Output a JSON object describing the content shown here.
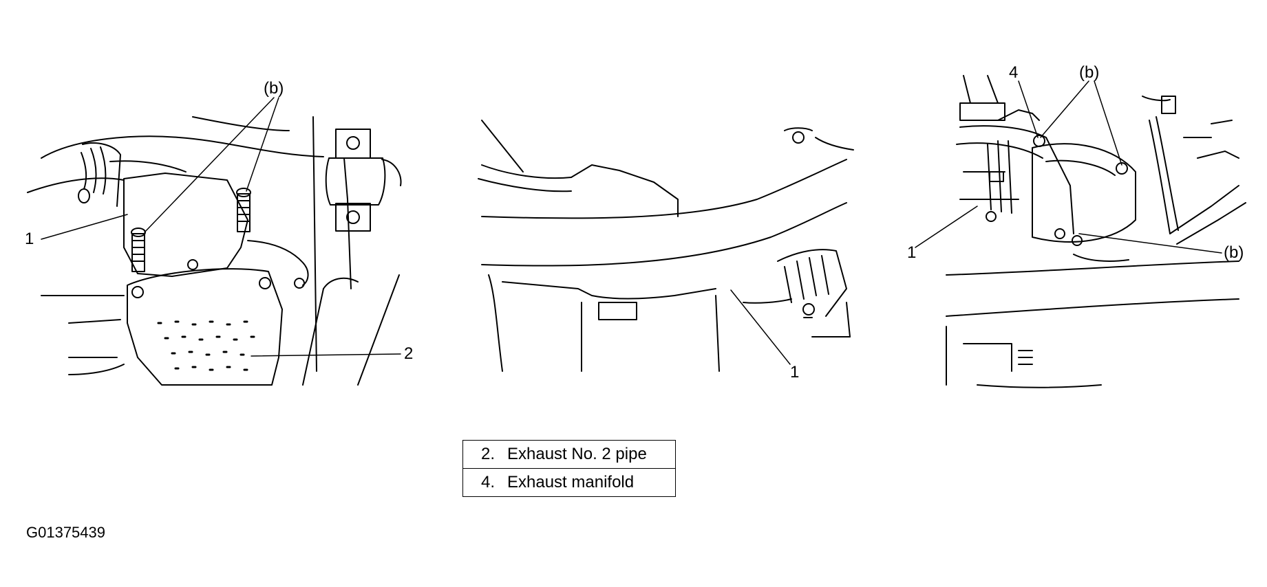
{
  "callouts": {
    "left_b": "(b)",
    "left_1": "1",
    "left_2": "2",
    "mid_1": "1",
    "right_4": "4",
    "right_b_top": "(b)",
    "right_1": "1",
    "right_b_side": "(b)"
  },
  "legend": [
    {
      "num": "2.",
      "label": "Exhaust No. 2 pipe"
    },
    {
      "num": "4.",
      "label": "Exhaust manifold"
    }
  ],
  "figure_id": "G01375439"
}
